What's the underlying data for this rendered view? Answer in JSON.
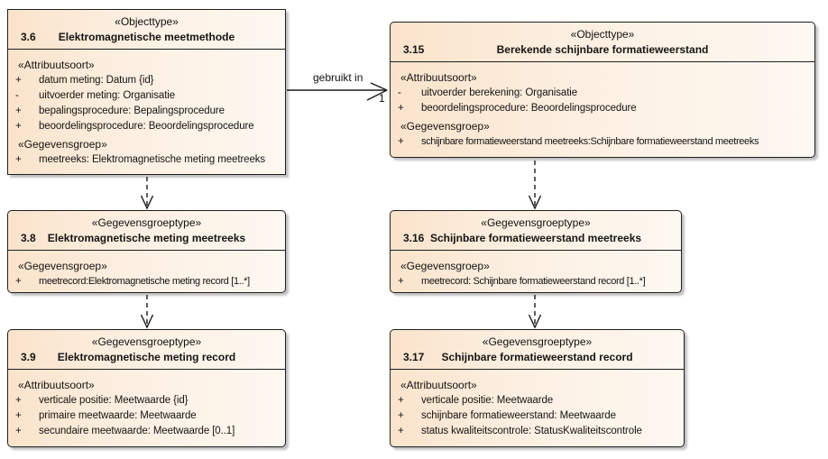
{
  "connector": {
    "label": "gebruikt in",
    "multiplicity": "1"
  },
  "colors": {
    "box_fill_left": "#fae3cb",
    "box_fill_right": "#fdf8f1",
    "border": "#1f1f1f",
    "background": "#ffffff"
  },
  "boxes": [
    {
      "stereotype": "«Objecttype»",
      "number": "3.6",
      "title": "Elektromagnetische meetmethode",
      "sections": [
        {
          "heading": "«Attribuutsoort»",
          "attrs": [
            {
              "vis": "+",
              "text": "datum meting: Datum {id}"
            },
            {
              "vis": "-",
              "text": "uitvoerder meting: Organisatie"
            },
            {
              "vis": "+",
              "text": "bepalingsprocedure: Bepalingsprocedure"
            },
            {
              "vis": "+",
              "text": "beoordelingsprocedure: Beoordelingsprocedure"
            }
          ]
        },
        {
          "heading": "«Gegevensgroep»",
          "attrs": [
            {
              "vis": "+",
              "text": "meetreeks: Elektromagnetische meting meetreeks"
            }
          ]
        }
      ]
    },
    {
      "stereotype": "«Objecttype»",
      "number": "3.15",
      "title": "Berekende schijnbare formatieweerstand",
      "sections": [
        {
          "heading": "«Attribuutsoort»",
          "attrs": [
            {
              "vis": "-",
              "text": "uitvoerder berekening: Organisatie"
            },
            {
              "vis": "+",
              "text": "beoordelingsprocedure: Beoordelingsprocedure"
            }
          ]
        },
        {
          "heading": "«Gegevensgroep»",
          "attrs": [
            {
              "vis": "+",
              "text": "schijnbare formatieweerstand meetreeks:Schijnbare formatieweerstand meetreeks"
            }
          ]
        }
      ]
    },
    {
      "stereotype": "«Gegevensgroeptype»",
      "number": "3.8",
      "title": "Elektromagnetische meting meetreeks",
      "sections": [
        {
          "heading": "«Gegevensgroep»",
          "attrs": [
            {
              "vis": "+",
              "text": "meetrecord:Elektromagnetische meting record [1..*]"
            }
          ]
        }
      ]
    },
    {
      "stereotype": "«Gegevensgroeptype»",
      "number": "3.16",
      "title": "Schijnbare formatieweerstand meetreeks",
      "sections": [
        {
          "heading": "«Gegevensgroep»",
          "attrs": [
            {
              "vis": "+",
              "text": "meetrecord: Schijnbare formatieweerstand record [1..*]"
            }
          ]
        }
      ]
    },
    {
      "stereotype": "«Gegevensgroeptype»",
      "number": "3.9",
      "title": "Elektromagnetische meting record",
      "sections": [
        {
          "heading": "«Attribuutsoort»",
          "attrs": [
            {
              "vis": "+",
              "text": "verticale positie: Meetwaarde {id}"
            },
            {
              "vis": "+",
              "text": "primaire meetwaarde: Meetwaarde"
            },
            {
              "vis": "+",
              "text": "secundaire meetwaarde: Meetwaarde [0..1]"
            }
          ]
        }
      ]
    },
    {
      "stereotype": "«Gegevensgroeptype»",
      "number": "3.17",
      "title": "Schijnbare formatieweerstand record",
      "sections": [
        {
          "heading": "«Attribuutsoort»",
          "attrs": [
            {
              "vis": "+",
              "text": "verticale positie: Meetwaarde"
            },
            {
              "vis": "+",
              "text": "schijnbare formatieweerstand: Meetwaarde"
            },
            {
              "vis": "+",
              "text": "status kwaliteitscontrole: StatusKwaliteitscontrole"
            }
          ]
        }
      ]
    }
  ]
}
